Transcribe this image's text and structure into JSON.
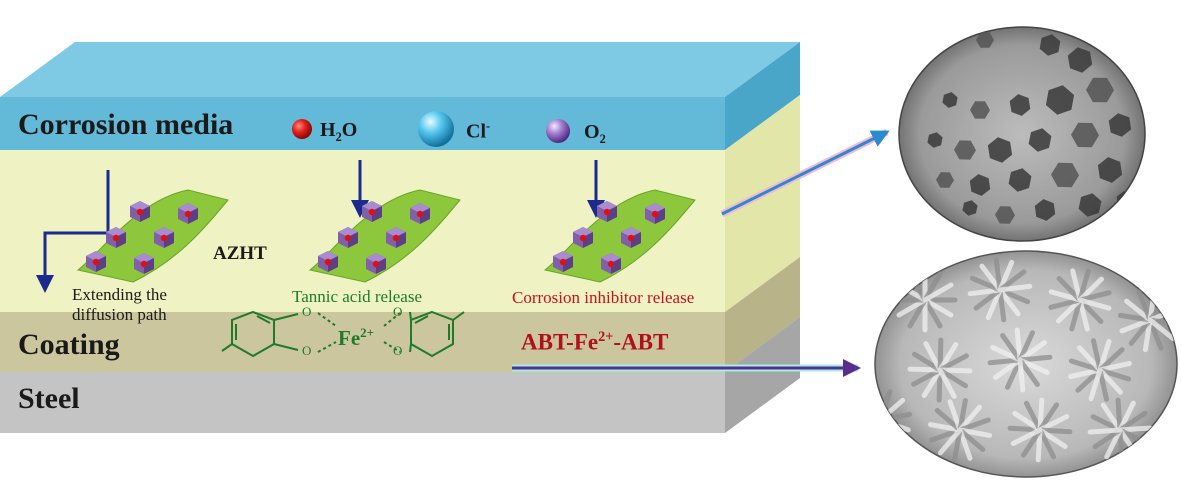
{
  "layers": {
    "corrosion_media": "Corrosion media",
    "coating": "Coating",
    "steel": "Steel"
  },
  "species": {
    "water_main": "H",
    "water_sub": "2",
    "water_tail": "O",
    "chloride_main": "Cl",
    "chloride_sup": "-",
    "oxygen_main": "O",
    "oxygen_sub": "2"
  },
  "labels": {
    "azht": "AZHT",
    "extending_line1": "Extending the",
    "extending_line2": "diffusion path",
    "tannic": "Tannic acid release",
    "inhibitor": "Corrosion inhibitor release",
    "abt_pre": "ABT-Fe",
    "abt_sup": "2+",
    "abt_post": "-ABT",
    "fe_main": "Fe",
    "fe_sup": "2+",
    "o_atom": "O"
  },
  "colors": {
    "media_layer": "#63b9d8",
    "coating_layer": "#eff2c2",
    "steel_layer": "#c4c4c4",
    "arrow_blue": "#1b2a8c",
    "sheet_green": "#8dc83c",
    "cube_purple": "#8060a8",
    "molecule_green": "#1f7a2c",
    "inhibitor_red": "#c8101e",
    "abt_red": "#b0101e",
    "pointer_arrow": "#2a8ad0",
    "steel_arrow": "#5a2d8a"
  }
}
